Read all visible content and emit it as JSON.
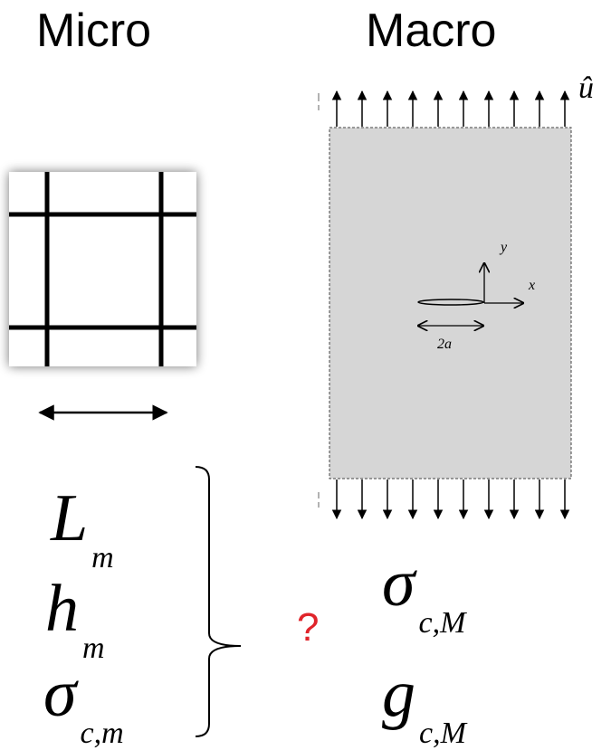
{
  "headings": {
    "micro": "Micro",
    "macro": "Macro"
  },
  "macro_panel": {
    "displacement_label": "û",
    "y_axis_label": "y",
    "x_axis_label": "x",
    "crack_length_label": "2a"
  },
  "micro_params": [
    {
      "symbol": "L",
      "subscript": "m"
    },
    {
      "symbol": "h",
      "subscript": "m"
    },
    {
      "symbol": "σ",
      "subscript": "c,m"
    }
  ],
  "macro_params": [
    {
      "symbol": "σ",
      "subscript": "c,M"
    },
    {
      "symbol": "g",
      "subscript": "c,M"
    }
  ],
  "question": "?",
  "colors": {
    "question": "#e0242b",
    "plate_fill": "#d6d6d6"
  }
}
